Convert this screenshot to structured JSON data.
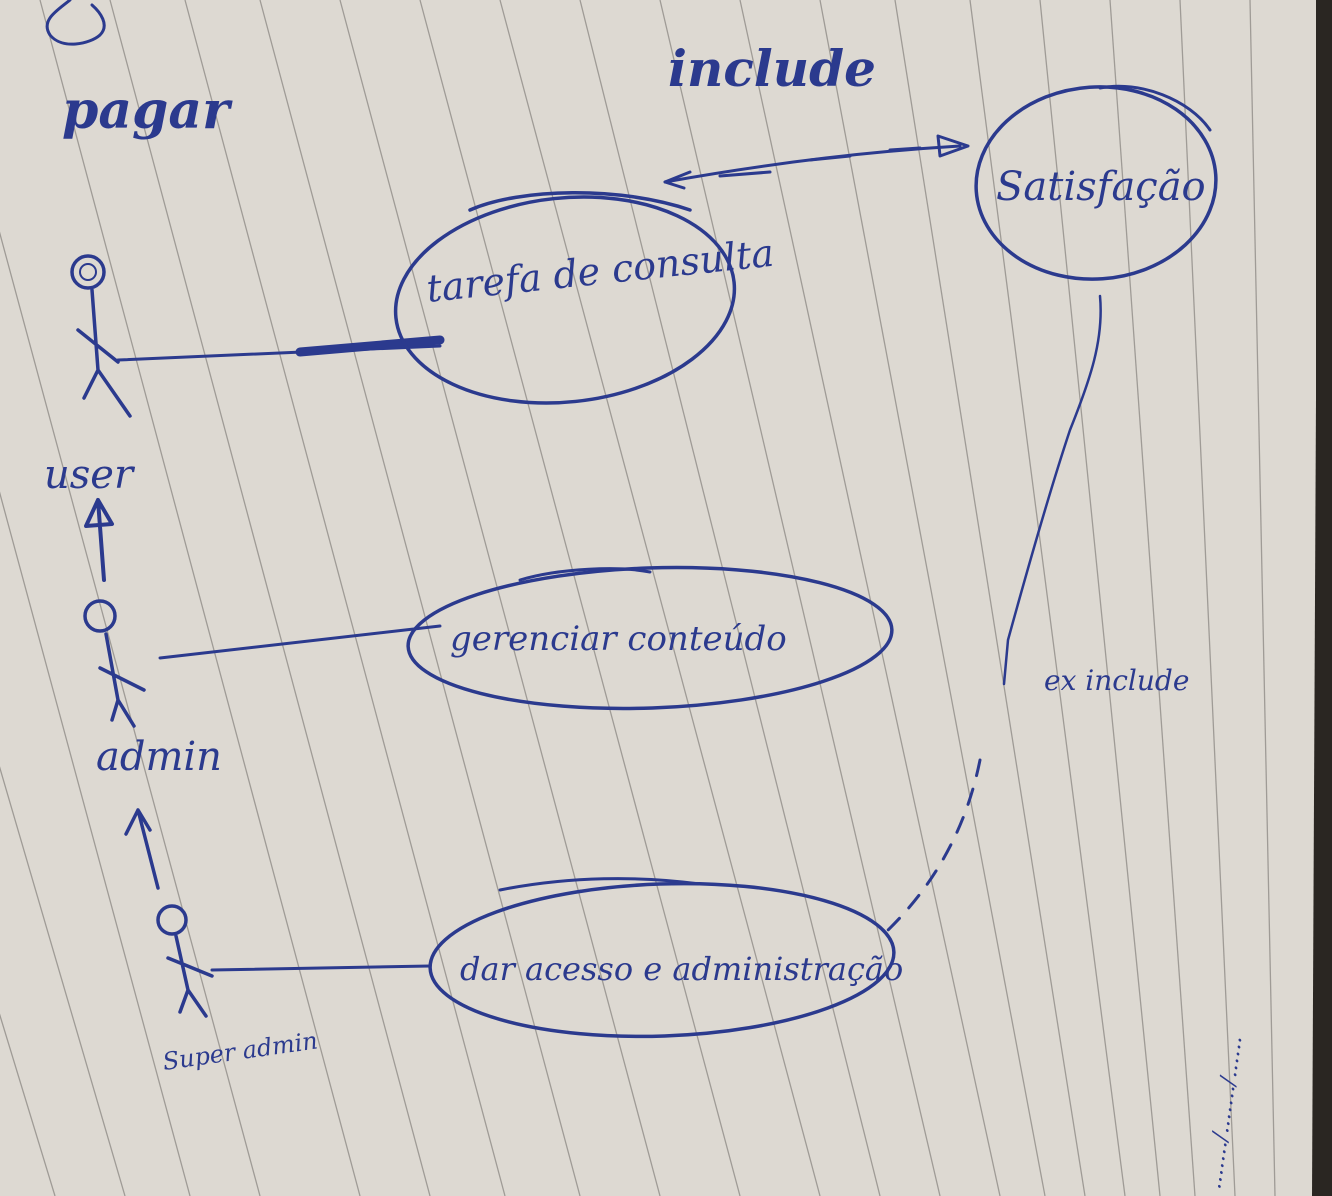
{
  "colors": {
    "paper": "#ddd9d2",
    "ink": "#2b3a8e",
    "rule": "#6d6a66",
    "background": "#2a2622"
  },
  "header_note": "pagar",
  "relations": {
    "include_label": "include",
    "extend_label": "ex include"
  },
  "actors": [
    {
      "id": "user",
      "label": "user"
    },
    {
      "id": "admin",
      "label": "admin"
    },
    {
      "id": "super-admin",
      "label": "Super admin"
    }
  ],
  "use_cases": [
    {
      "id": "tarefa-consulta",
      "label": "tarefa de consulta"
    },
    {
      "id": "satisfacao",
      "label": "Satisfação"
    },
    {
      "id": "gerenciar-conteudo",
      "label": "gerenciar conteúdo"
    },
    {
      "id": "dar-acesso",
      "label": "dar acesso e administração"
    }
  ],
  "margin_note": "......./......./......"
}
